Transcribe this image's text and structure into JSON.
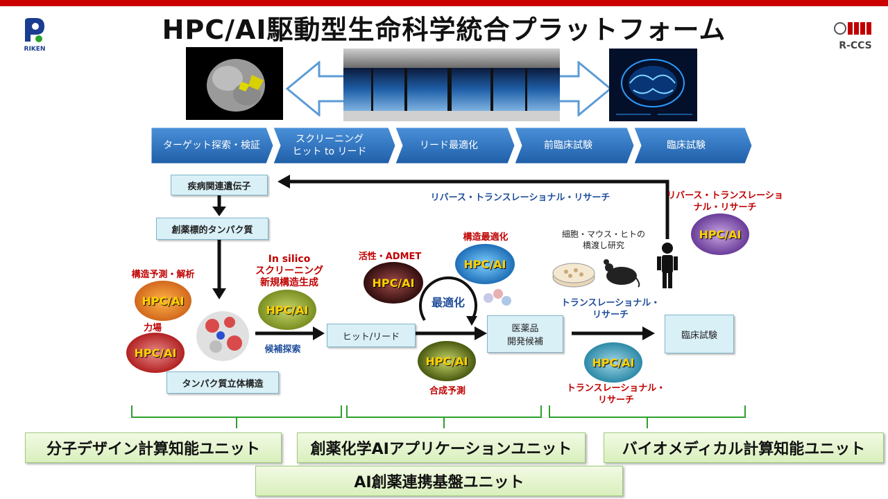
{
  "title": "HPC/AI駆動型生命科学統合プラットフォーム",
  "logos": {
    "left": "RIKEN",
    "right": "R-CCS"
  },
  "stages": [
    {
      "line1": "ターゲット探索・検証",
      "line2": ""
    },
    {
      "line1": "スクリーニング",
      "line2": "ヒット to リード"
    },
    {
      "line1": "リード最適化",
      "line2": ""
    },
    {
      "line1": "前臨床試験",
      "line2": ""
    },
    {
      "line1": "臨床試験",
      "line2": ""
    }
  ],
  "boxes": {
    "disease_genes": "疾病関連遺伝子",
    "target_protein": "創薬標的タンパク質",
    "protein_structure": "タンパク質立体構造",
    "hit_lead": "ヒット/リード",
    "drug_candidate_1": "医薬品",
    "drug_candidate_2": "開発候補",
    "clinical_trial": "臨床試験"
  },
  "labels": {
    "reverse_translational": "リバース・トランスレーショナル・リサーチ",
    "reverse_tr_red_1": "リバース・トランスレーショ",
    "reverse_tr_red_2": "ナル・リサーチ",
    "structure_prediction": "構造予測・解析",
    "force_field": "力場",
    "in_silico_1": "In silico",
    "in_silico_2": "スクリーニング",
    "in_silico_3": "新規構造生成",
    "candidate_search": "候補探索",
    "activity_admet": "活性・ADMET",
    "structure_opt": "構造最適化",
    "optimization": "最適化",
    "synthesis_prediction": "合成予測",
    "translational_blue_1": "トランスレーショナル・",
    "translational_blue_2": "リサーチ",
    "translational_red_1": "トランスレーショナル・",
    "translational_red_2": "リサーチ",
    "cell_mouse_human_1": "細胞・マウス・ヒトの",
    "cell_mouse_human_2": "橋渡し研究"
  },
  "hpc_label": "HPC/AI",
  "units": {
    "molecular_design": "分子デザイン計算知能ユニット",
    "drug_chem_ai": "創薬化学AIアプリケーションユニット",
    "biomedical": "バイオメディカル計算知能ユニット",
    "ai_drug_platform": "AI創薬連携基盤ユニット"
  },
  "colors": {
    "topbar": "#cc0000",
    "stage_blue": "#2e75b6",
    "box_fill": "#d9f0f7",
    "bracket_green": "#2ca02c",
    "label_blue": "#1f4e9a",
    "label_red": "#c00000",
    "hpc_text": "#ffd000"
  }
}
